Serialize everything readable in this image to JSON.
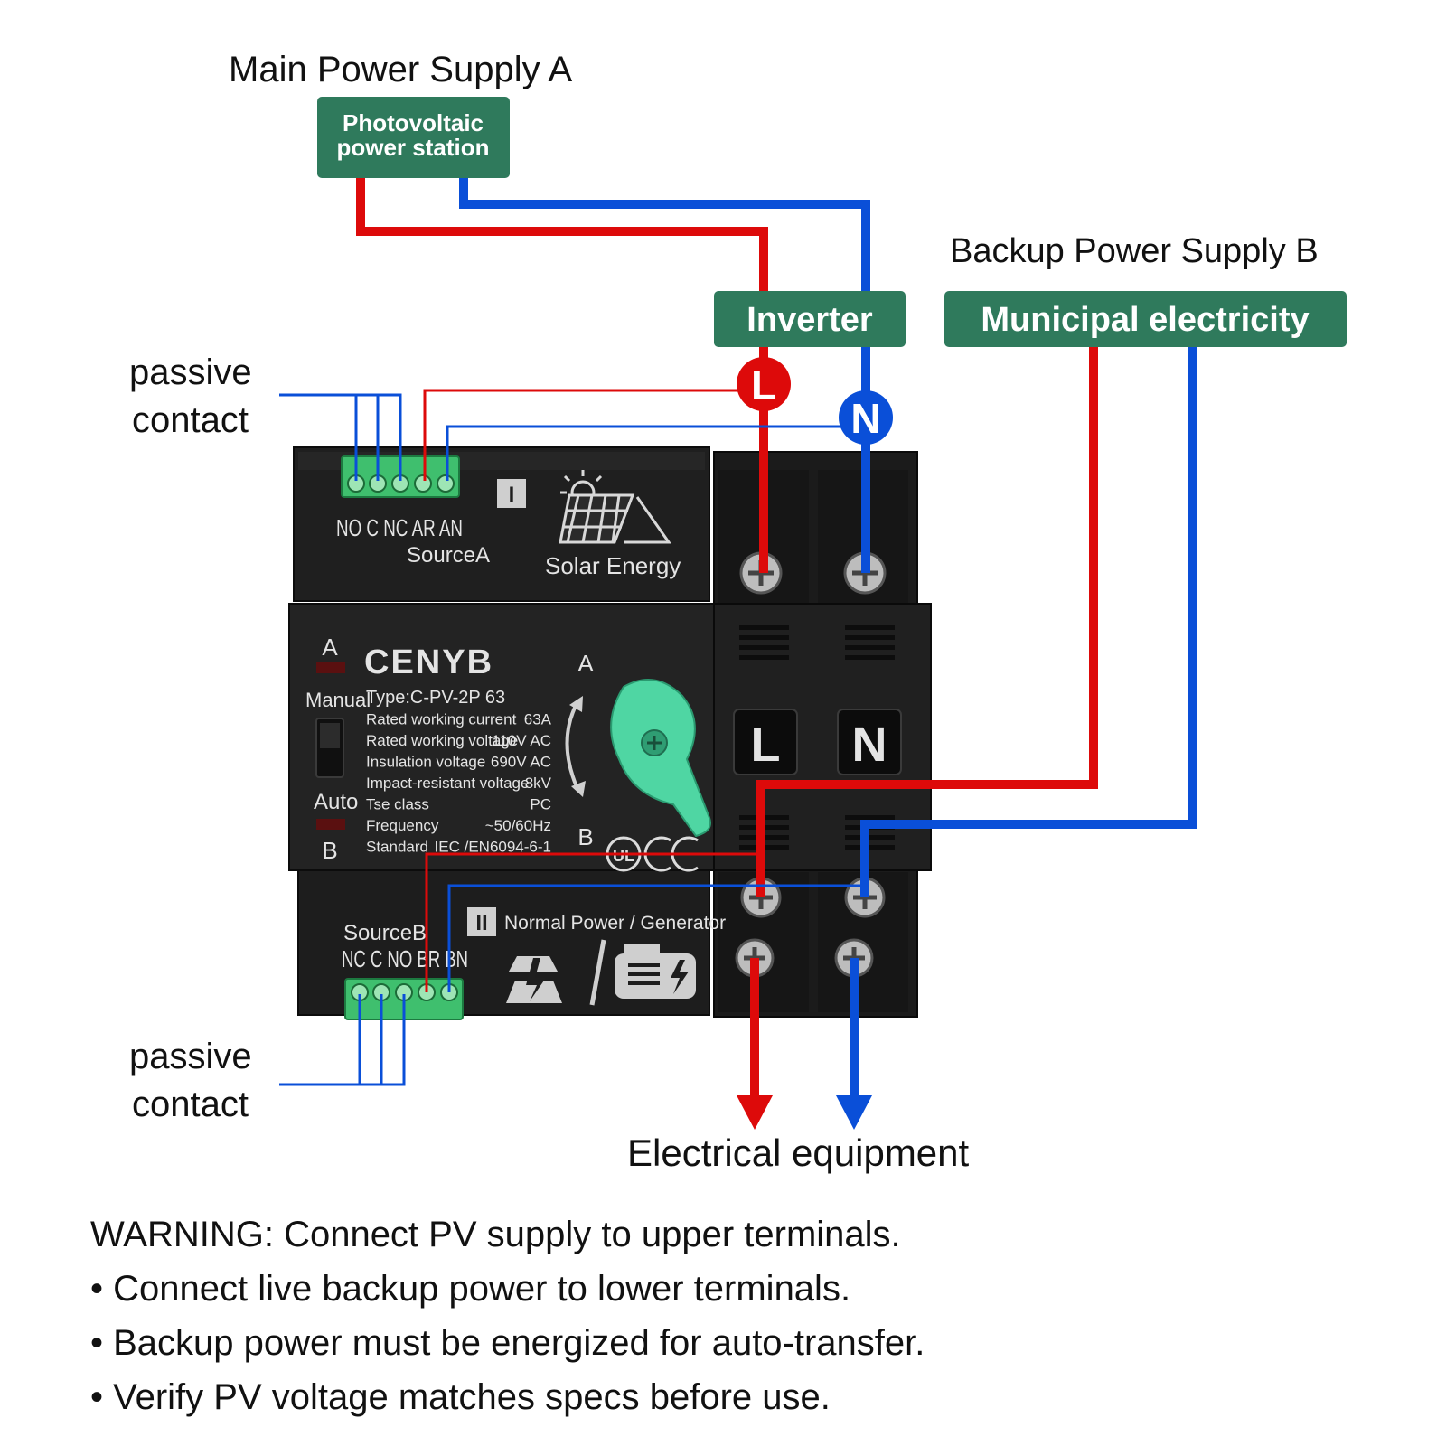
{
  "labels": {
    "main_supply": "Main Power Supply A",
    "backup_supply": "Backup Power Supply B",
    "passive_top_line1": "passive",
    "passive_top_line2": "contact",
    "passive_bottom_line1": "passive",
    "passive_bottom_line2": "contact",
    "equipment": "Electrical equipment"
  },
  "boxes": {
    "pv_line1": "Photovoltaic",
    "pv_line2": "power station",
    "inverter": "Inverter",
    "municipal": "Municipal electricity"
  },
  "markers": {
    "live": "L",
    "neutral": "N"
  },
  "device": {
    "top_terminals": "NO C NC AR AN",
    "source_a": "SourceA",
    "section_one": "I",
    "solar": "Solar Energy",
    "brand": "CENYB",
    "indicator_a": "A",
    "manual": "Manual",
    "auto": "Auto",
    "indicator_b": "B",
    "handle_a": "A",
    "handle_b": "B",
    "specs": [
      {
        "k": "Type:C-PV-2P 63",
        "v": ""
      },
      {
        "k": "Rated working current",
        "v": "63A"
      },
      {
        "k": "Rated working voltage",
        "v": "110V AC"
      },
      {
        "k": "Insulation voltage",
        "v": "690V AC"
      },
      {
        "k": "Impact-resistant voltage",
        "v": "8kV"
      },
      {
        "k": "Tse class",
        "v": "PC"
      },
      {
        "k": "Frequency",
        "v": "~50/60Hz"
      },
      {
        "k": "Standard",
        "v": "IEC /EN6094-6-1"
      }
    ],
    "source_b": "SourceB",
    "bottom_terminals": "NC C NO BR BN",
    "section_two": "II",
    "normal_generator": "Normal Power / Generator",
    "terminal_l": "L",
    "terminal_n": "N",
    "cert_marks": "UL CE"
  },
  "warnings": [
    "WARNING: Connect PV supply to upper terminals.",
    "• Connect live backup power to lower terminals.",
    "• Backup power must be energized for auto-transfer.",
    "• Verify PV voltage matches specs before use."
  ],
  "colors": {
    "live_wire": "#dd0a0a",
    "neutral_wire": "#0a4fd8",
    "box_green": "#2f7a5c",
    "device_body": "#1e1e1e",
    "terminal_green": "#3fbf6e",
    "handle_green": "#4fd6a3"
  }
}
